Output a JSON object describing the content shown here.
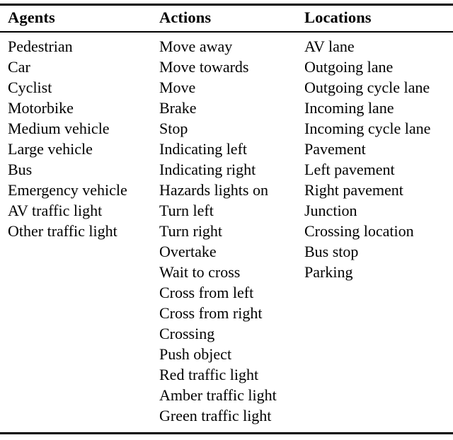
{
  "table": {
    "caption": "",
    "columns": [
      {
        "key": "agents",
        "header": "Agents",
        "items": [
          "Pedestrian",
          "Car",
          "Cyclist",
          "Motorbike",
          "Medium vehicle",
          "Large vehicle",
          "Bus",
          "Emergency vehicle",
          "AV traffic light",
          "Other traffic light"
        ]
      },
      {
        "key": "actions",
        "header": "Actions",
        "items": [
          "Move away",
          "Move towards",
          "Move",
          "Brake",
          "Stop",
          "Indicating left",
          "Indicating right",
          "Hazards lights on",
          "Turn left",
          "Turn right",
          "Overtake",
          "Wait to cross",
          "Cross from left",
          "Cross from right",
          "Crossing",
          "Push object",
          "Red traffic light",
          "Amber traffic light",
          "Green traffic light"
        ]
      },
      {
        "key": "locations",
        "header": "Locations",
        "items": [
          "AV lane",
          "Outgoing lane",
          "Outgoing cycle lane",
          "Incoming lane",
          "Incoming cycle lane",
          "Pavement",
          "Left pavement",
          "Right pavement",
          "Junction",
          "Crossing location",
          "Bus stop",
          "Parking"
        ]
      }
    ],
    "rules": {
      "top": "toprule",
      "mid": "midrule",
      "bottom": "bottomrule"
    },
    "colors": {
      "background": "#ffffff",
      "text": "#000000",
      "rule": "#000000"
    }
  }
}
